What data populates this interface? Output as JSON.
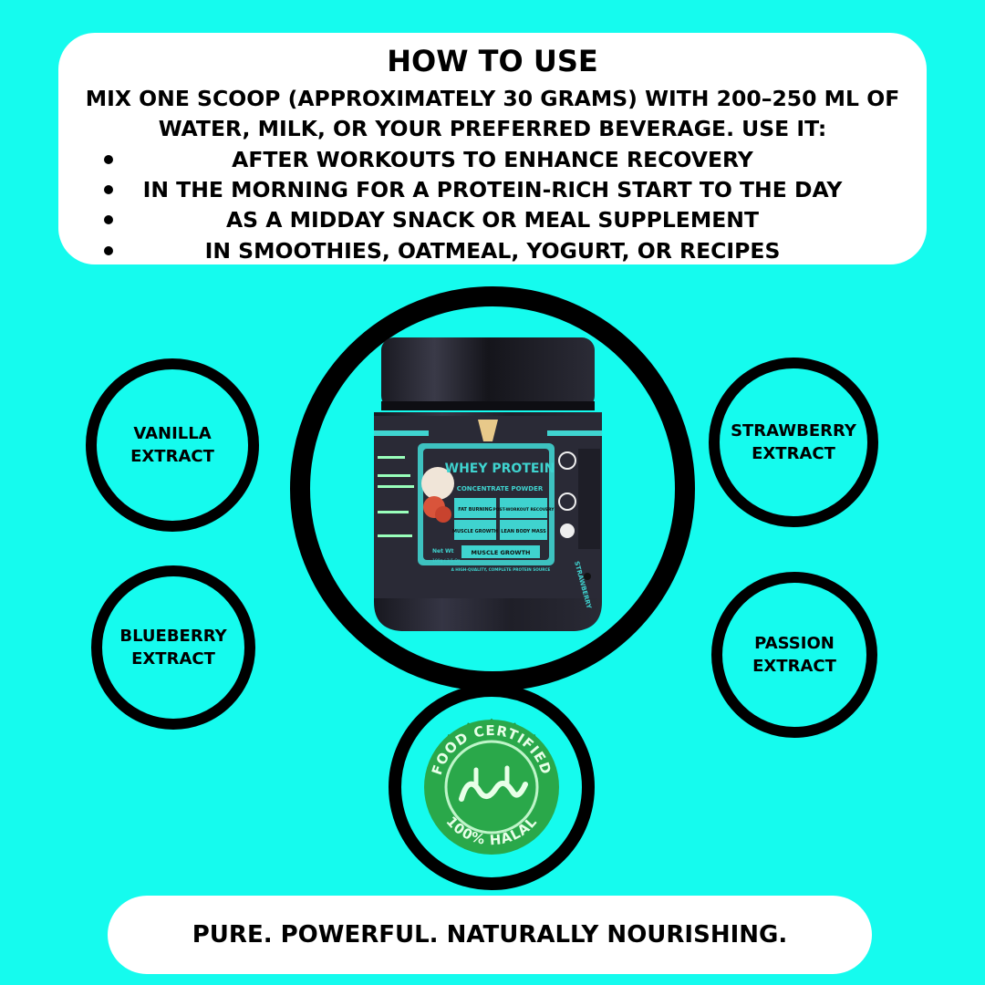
{
  "howto": {
    "title": "HOW TO USE",
    "intro": "MIX ONE SCOOP (APPROXIMATELY 30 GRAMS) WITH 200–250 ML OF WATER, MILK, OR YOUR PREFERRED BEVERAGE. USE IT:",
    "bullets": [
      "AFTER WORKOUTS TO ENHANCE RECOVERY",
      "IN THE MORNING FOR A PROTEIN-RICH START TO THE DAY",
      "AS A MIDDAY SNACK OR MEAL SUPPLEMENT",
      "IN SMOOTHIES, OATMEAL, YOGURT, OR RECIPES"
    ]
  },
  "flavors": {
    "vanilla": "VANILLA EXTRACT",
    "strawberry": "STRAWBERRY EXTRACT",
    "blueberry": "BLUEBERRY EXTRACT",
    "passion": "PASSION EXTRACT"
  },
  "product": {
    "name": "WHEY PROTEIN",
    "subtitle": "CONCENTRATE POWDER",
    "benefits": [
      "FAT BURNING",
      "POST-WORKOUT RECOVERY",
      "MUSCLE GROWTH",
      "LEAN BODY MASS"
    ],
    "highlight": "MUSCLE GROWTH",
    "source_line": "A HIGH-QUALITY, COMPLETE PROTEIN SOURCE",
    "net_wt": "Net Wt",
    "weight": "100g / 3.5 Oz",
    "flavor_side": "STRAWBERRY"
  },
  "badge": {
    "top_text": "FOOD CERTIFIED",
    "bottom_text": "100% HALAL"
  },
  "tagline": "PURE. POWERFUL. NATURALLY NOURISHING.",
  "colors": {
    "background": "#15fbee",
    "card": "#ffffff",
    "ring": "#000000",
    "jar_label": "#2a2a36",
    "jar_accent": "#3fd3cf",
    "badge_green": "#1f8f3b"
  }
}
